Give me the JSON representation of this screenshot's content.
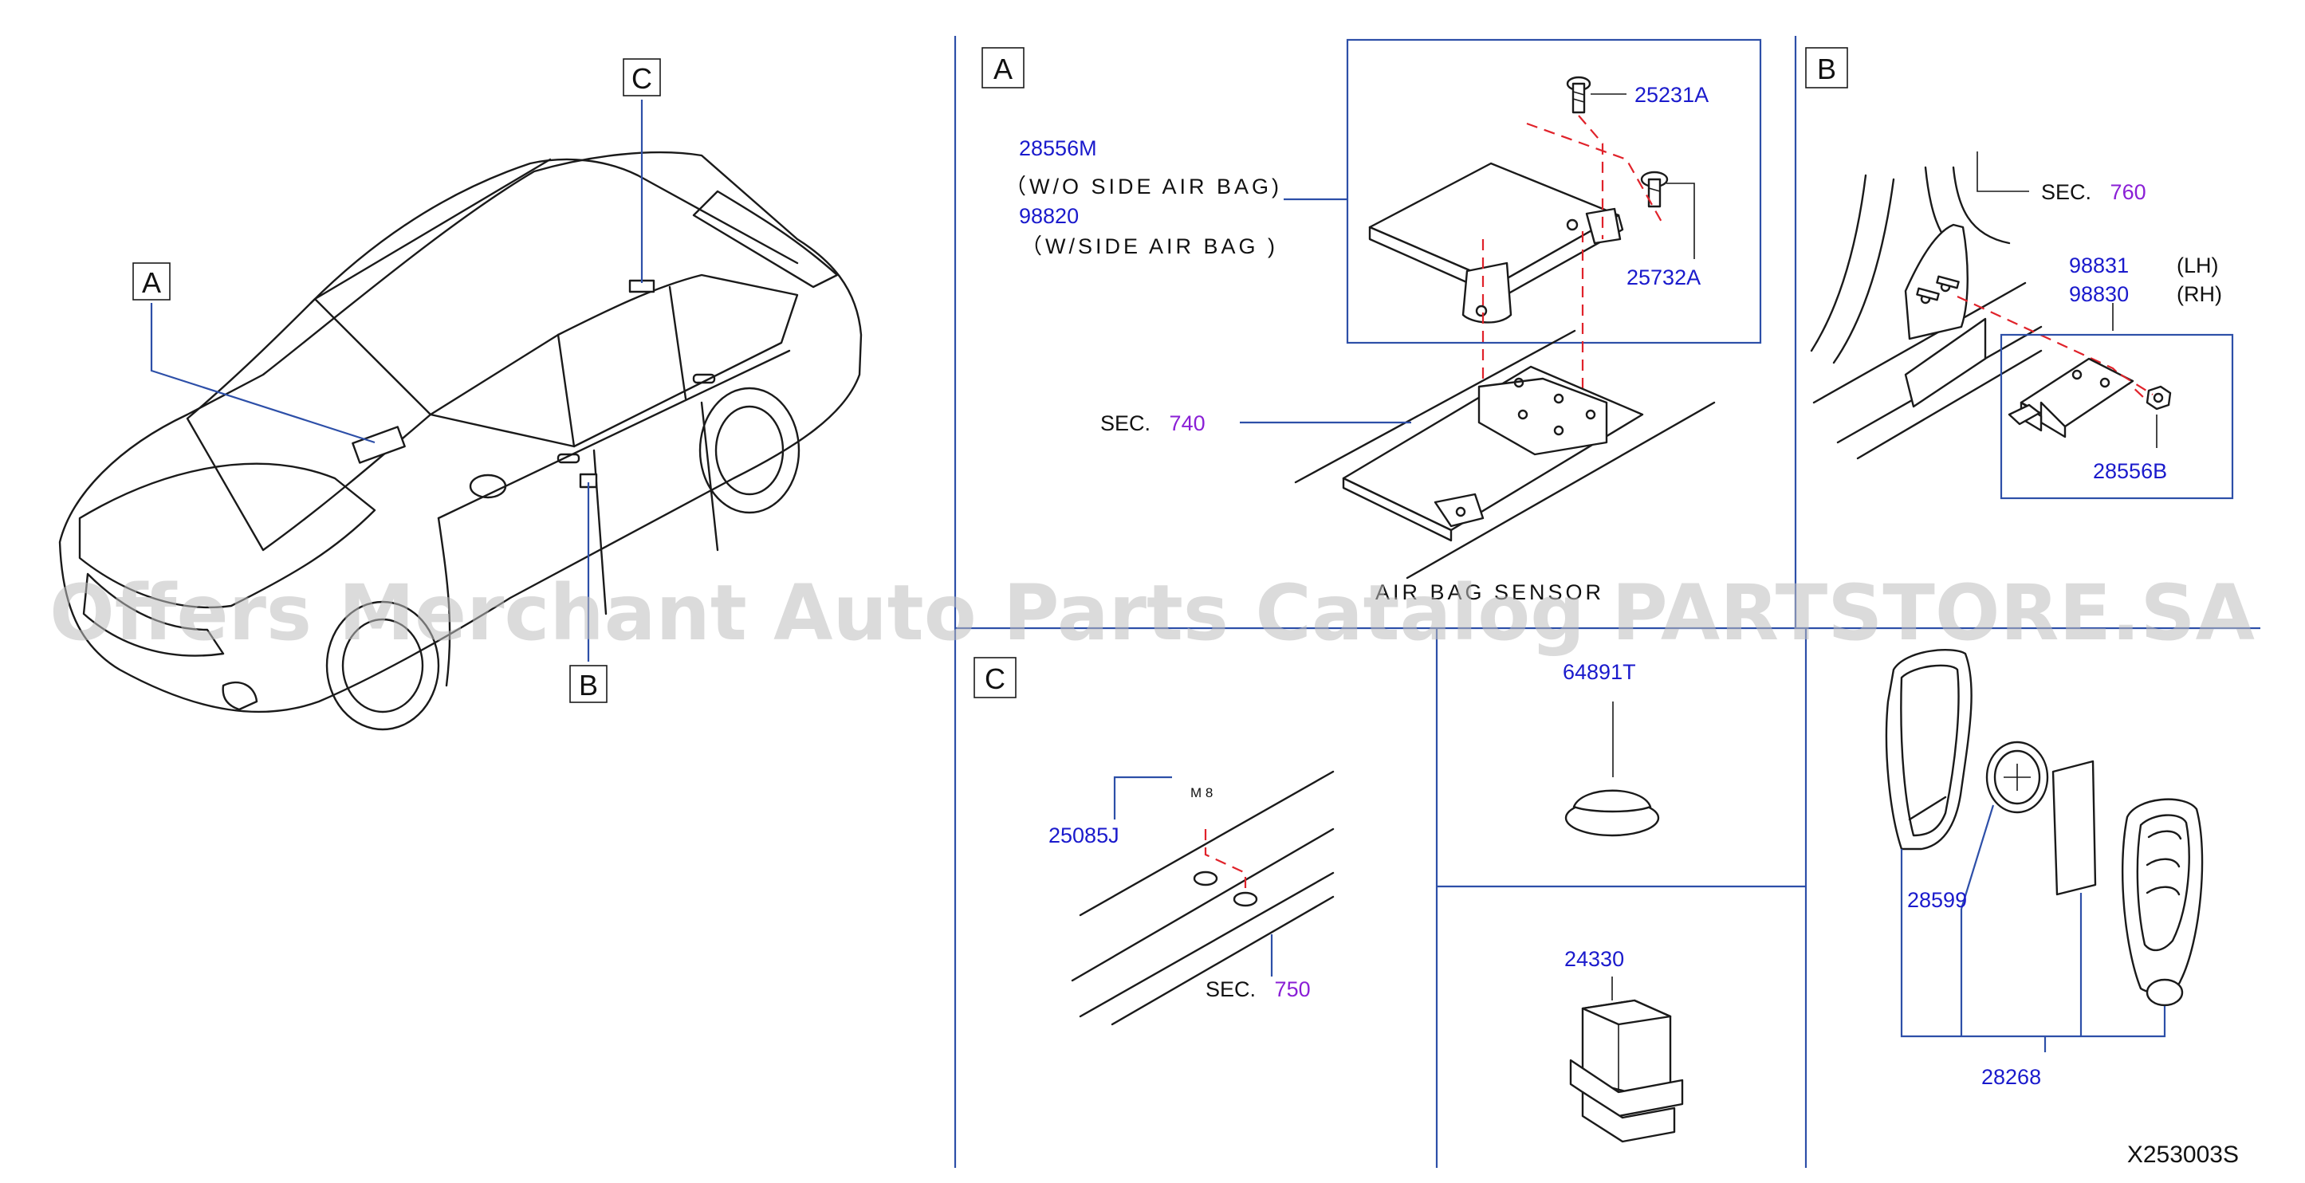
{
  "watermark": "Offers Merchant Auto Parts Catalog PARTSTORE.SA",
  "diagram_code": "X253003S",
  "overview": {
    "callouts": [
      "A",
      "B",
      "C"
    ]
  },
  "panel_a": {
    "letter": "A",
    "caption": "AIR BAG SENSOR",
    "parts": {
      "sensor_wo_side": "28556M",
      "note_wo_side": "（W/O  SIDE  AIR  BAG)",
      "sensor_w_side": "98820",
      "note_w_side": "（W/SIDE  AIR  BAG  )",
      "bolt": "25231A",
      "screw": "25732A"
    },
    "section_label": "SEC.",
    "section_number": "740"
  },
  "panel_b": {
    "letter": "B",
    "section_label": "SEC.",
    "section_number": "760",
    "parts": {
      "sensor_lh": "98831",
      "lh": "(LH)",
      "sensor_rh": "98830",
      "rh": "(RH)",
      "nut": "28556B"
    }
  },
  "panel_c": {
    "letter": "C",
    "parts": {
      "stud": "25085J",
      "stud_size": "M  8"
    },
    "section_label": "SEC.",
    "section_number": "750"
  },
  "panel_plug": {
    "part": "64891T"
  },
  "panel_relay": {
    "part": "24330"
  },
  "panel_key": {
    "battery": "28599",
    "assembly": "28268"
  },
  "colors": {
    "part_number": "#1a1acc",
    "section_number": "#8a1fd6",
    "divider": "#2d4fa8",
    "dashed_guide": "#e0222a"
  }
}
